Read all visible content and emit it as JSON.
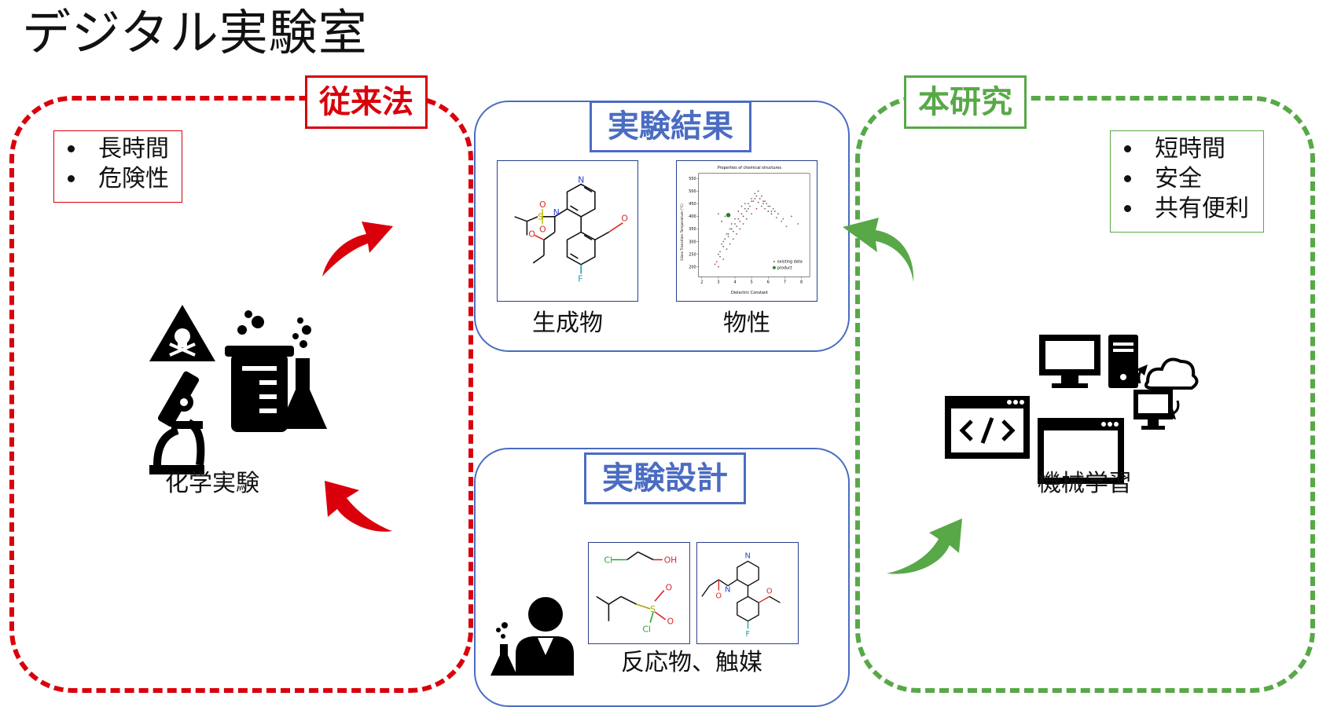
{
  "title": "デジタル実験室",
  "conventional": {
    "tag": "従来法",
    "notes": [
      "長時間",
      "危険性"
    ],
    "label": "化学実験",
    "color": "#d9000b"
  },
  "this_study": {
    "tag": "本研究",
    "notes": [
      "短時間",
      "安全",
      "共有便利"
    ],
    "label": "機械学習",
    "color": "#58a848"
  },
  "results": {
    "tag": "実験結果",
    "product_label": "生成物",
    "property_label": "物性",
    "color": "#4a6cc2"
  },
  "design": {
    "tag": "実験設計",
    "reactants_label": "反応物、触媒"
  },
  "molecule_atoms": {
    "n": "N",
    "s": "S",
    "o": "O",
    "f": "F",
    "cl": "Cl",
    "oh": "OH"
  },
  "chart_data": {
    "type": "scatter",
    "title": "Properties of chemical structures",
    "xlabel": "Dielectric Constant",
    "ylabel": "Glass Transition Temperature (°C)",
    "xlim": [
      1.8,
      8.5
    ],
    "ylim": [
      160,
      570
    ],
    "x_ticks": [
      "2",
      "3",
      "4",
      "5",
      "6",
      "7",
      "8"
    ],
    "y_ticks": [
      "200",
      "250",
      "300",
      "350",
      "400",
      "450",
      "500",
      "550"
    ],
    "legend": [
      "existing data",
      "product"
    ],
    "legend_position": "bottom-right",
    "product_point": {
      "x": 3.6,
      "y": 405
    },
    "series": [
      {
        "name": "existing data",
        "x": [
          2.9,
          3.1,
          3.3,
          3.5,
          3.7,
          3.2,
          3.4,
          3.0,
          3.8,
          4.0,
          4.2,
          4.4,
          4.6,
          4.8,
          5.0,
          5.2,
          5.4,
          5.6,
          5.8,
          6.0,
          6.2,
          6.5,
          6.8,
          7.1,
          3.1,
          3.3,
          3.6,
          3.9,
          4.1,
          4.3,
          4.5,
          4.7,
          4.9,
          5.1,
          5.3,
          5.5,
          5.7,
          5.9,
          6.1,
          6.3,
          6.6,
          6.9,
          2.8,
          3.0,
          3.2,
          3.4,
          3.6,
          3.8,
          4.0,
          4.2,
          4.4,
          4.6,
          4.8,
          5.0,
          5.2,
          5.4,
          5.6,
          5.8,
          6.0,
          6.4,
          3.0,
          3.3,
          3.5,
          3.7,
          3.9,
          4.1,
          4.3,
          4.5,
          4.7,
          5.0,
          5.3,
          5.7,
          6.2,
          7.4,
          7.8
        ],
        "y": [
          220,
          260,
          300,
          330,
          350,
          380,
          400,
          410,
          370,
          390,
          420,
          440,
          450,
          430,
          460,
          470,
          455,
          440,
          430,
          420,
          410,
          395,
          380,
          360,
          240,
          280,
          320,
          340,
          360,
          380,
          400,
          420,
          440,
          460,
          480,
          470,
          460,
          450,
          440,
          430,
          410,
          390,
          210,
          250,
          290,
          310,
          330,
          350,
          370,
          390,
          410,
          430,
          450,
          470,
          490,
          500,
          480,
          460,
          440,
          420,
          200,
          230,
          270,
          290,
          310,
          330,
          350,
          370,
          390,
          410,
          430,
          450,
          420,
          400,
          370
        ]
      },
      {
        "name": "product",
        "x": [
          3.6
        ],
        "y": [
          405
        ]
      }
    ]
  }
}
